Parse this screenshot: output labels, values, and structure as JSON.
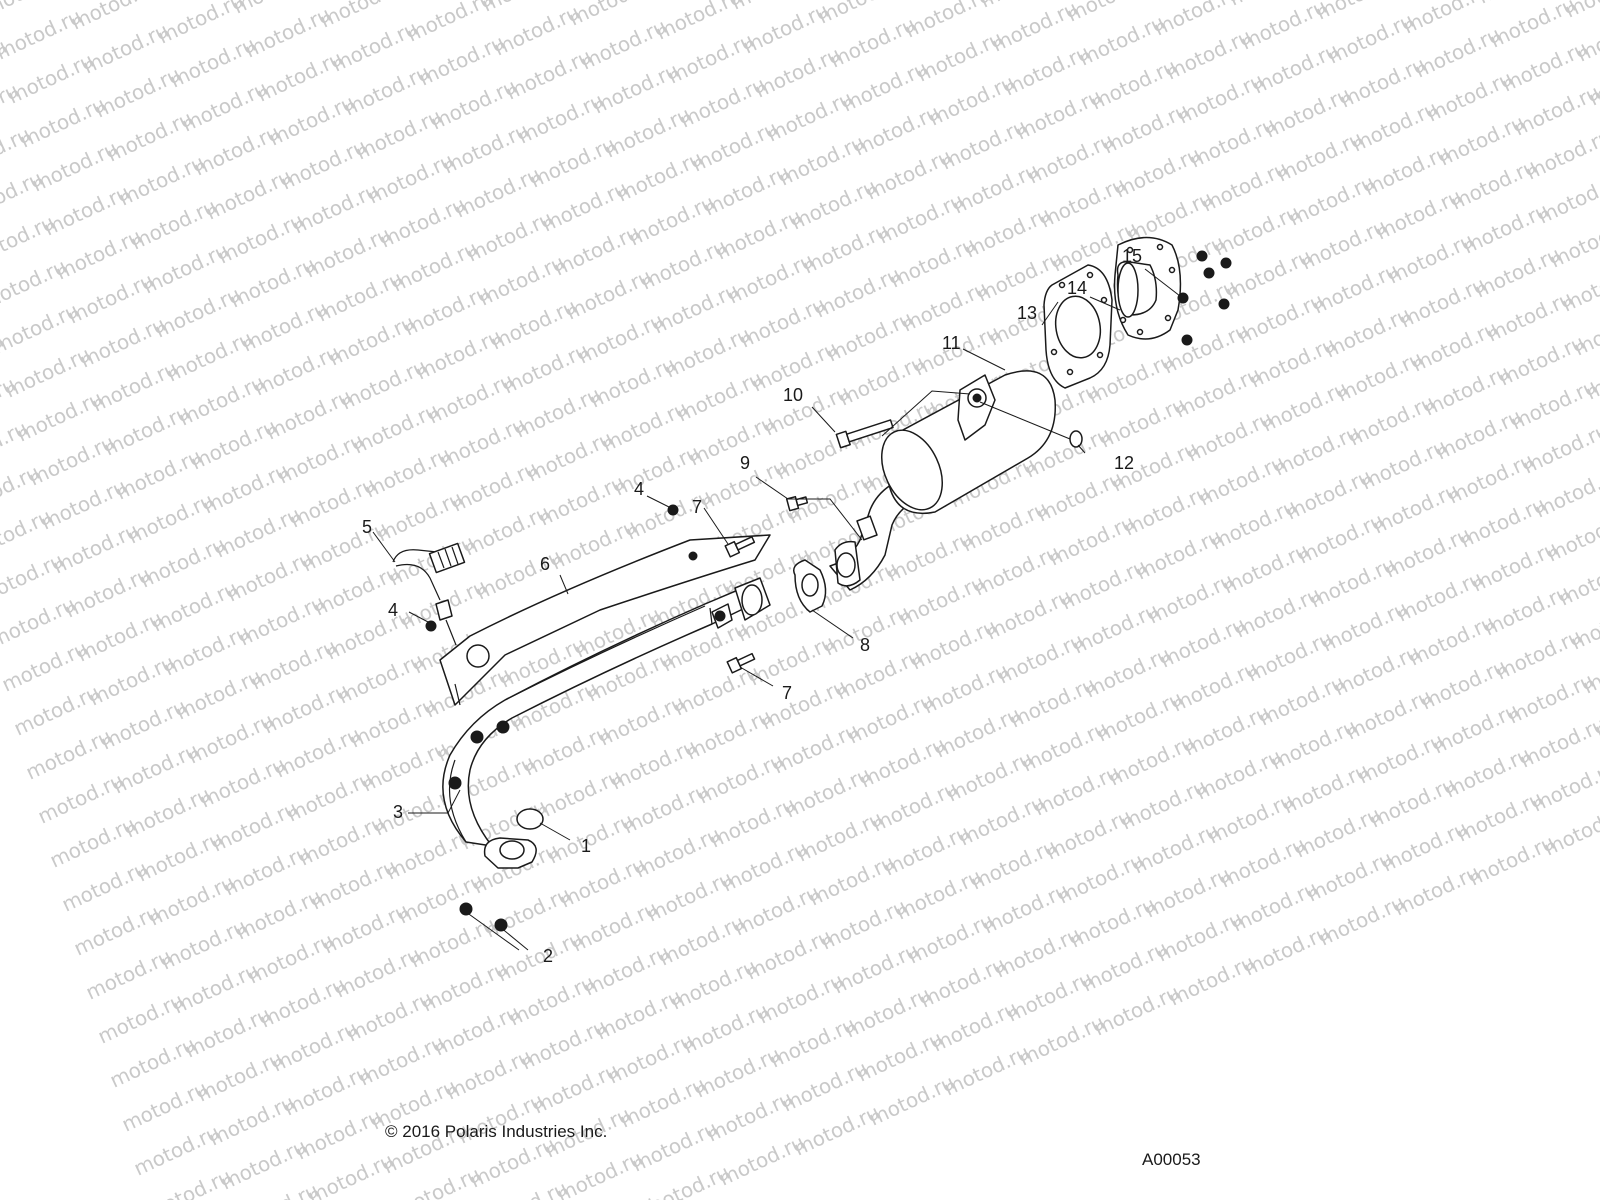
{
  "diagram": {
    "callouts": [
      "1",
      "2",
      "3",
      "4",
      "4",
      "5",
      "6",
      "7",
      "7",
      "8",
      "9",
      "10",
      "11",
      "12",
      "13",
      "14",
      "15"
    ]
  },
  "footer": {
    "copyright": "© 2016 Polaris Industries Inc.",
    "figure_code": "A00053"
  },
  "watermark": {
    "text": "motod.ru"
  }
}
